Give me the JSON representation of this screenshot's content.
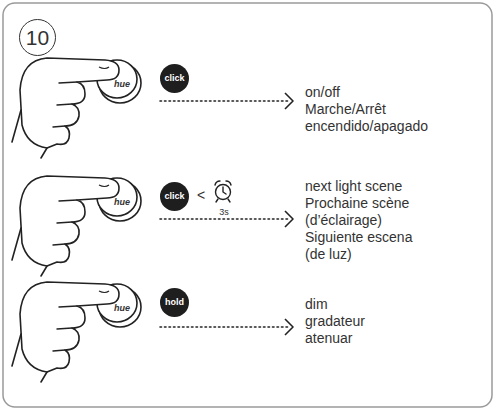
{
  "diagram": {
    "nodes": [
      {
        "text": [
          "10"
        ]
      },
      {
        "text": [
          "click"
        ]
      },
      {
        "text": [
          "click"
        ]
      },
      {
        "text": [
          "hold"
        ]
      }
    ],
    "labels": [
      "hue",
      "on/off",
      "Marche/Arrêt",
      "encendido/apagado",
      "hue",
      "<",
      "3s",
      "next light scene",
      "Prochaine scène (d’éclairage)",
      "Siguiente escena (de luz)",
      "hue",
      "dim",
      "gradateur",
      "atenuar"
    ]
  }
}
